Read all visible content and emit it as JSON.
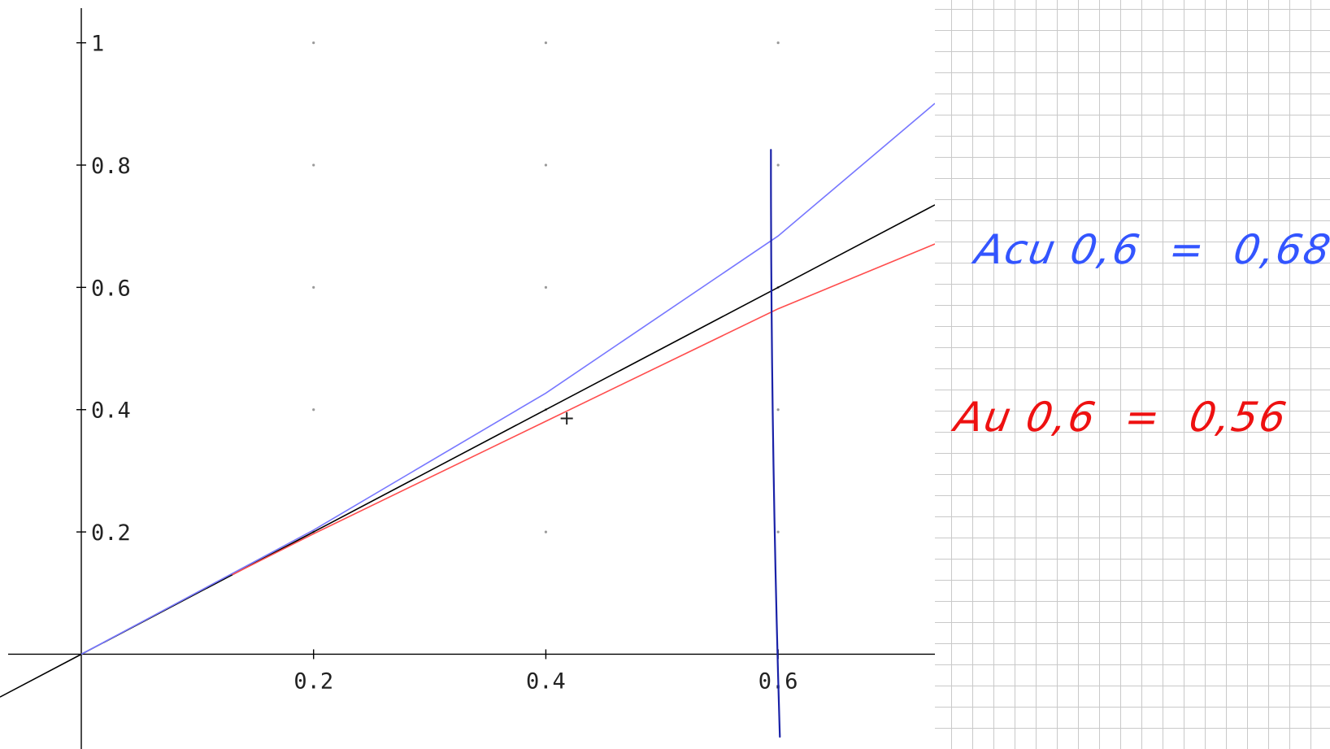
{
  "chart_data": {
    "type": "line",
    "xlim": [
      -0.07,
      0.735
    ],
    "ylim": [
      -0.155,
      1.07
    ],
    "x_ticks": [
      "0.2",
      "0.4",
      "0.6"
    ],
    "x_tick_values": [
      0.2,
      0.4,
      0.6
    ],
    "y_ticks": [
      "0.2",
      "0.4",
      "0.6",
      "0.8",
      "1"
    ],
    "y_tick_values": [
      0.2,
      0.4,
      0.6,
      0.8,
      1.0
    ],
    "grid": "dots",
    "series": [
      {
        "color": "#000000",
        "x": [
          -0.07,
          0,
          0.2,
          0.4,
          0.6,
          0.735
        ],
        "y": [
          -0.07,
          0,
          0.2,
          0.4,
          0.6,
          0.735
        ]
      },
      {
        "color": "#7777ff",
        "x": [
          0,
          0.2,
          0.4,
          0.6,
          0.735
        ],
        "y": [
          0,
          0.203,
          0.427,
          0.684,
          0.901
        ]
      },
      {
        "color": "#ff4d4d",
        "x": [
          0.13,
          0.2,
          0.4,
          0.6,
          0.735
        ],
        "y": [
          0.13,
          0.197,
          0.381,
          0.565,
          0.671
        ]
      }
    ],
    "annotations": [
      {
        "type": "vertical-line",
        "color": "#1a22a8",
        "x": 0.598,
        "y_range": [
          -0.135,
          0.825
        ]
      },
      {
        "type": "marker",
        "symbol": "+",
        "x": 0.418,
        "y": 0.385
      }
    ]
  },
  "notes": {
    "blue": {
      "text": "Acu 0,6  =  0,68",
      "color": "#3355ff"
    },
    "red": {
      "text": "Au 0,6  =  0,56",
      "color": "#ee1111"
    }
  }
}
